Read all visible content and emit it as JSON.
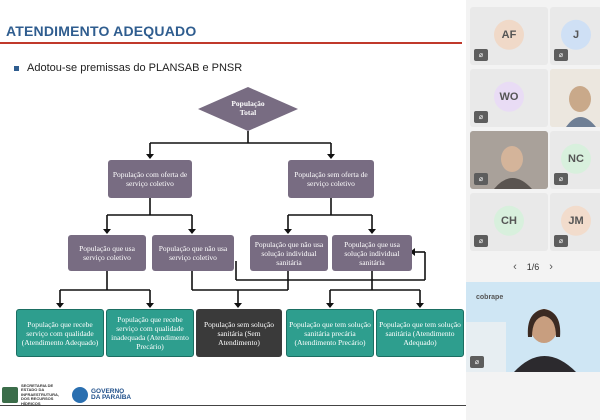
{
  "slide": {
    "title": "ATENDIMENTO ADEQUADO",
    "bullet": "Adotou-se premissas do PLANSAB e PNSR",
    "colors": {
      "title": "#2f5d8f",
      "rule": "#c0392b",
      "box": "#786c82",
      "adequate": "#2e9e8e",
      "none": "#3a3a3a"
    },
    "diagram": {
      "root": "População Total",
      "with_collective": "População com oferta de serviço coletivo",
      "without_collective": "População sem oferta de serviço coletivo",
      "uses_collective": "População que usa serviço coletivo",
      "not_uses_collective": "População que não usa serviço coletivo",
      "not_uses_individual": "População que não usa solução individual sanitária",
      "uses_individual": "População que usa solução individual sanitária",
      "out1": "População que recebe serviço com qualidade (Atendimento Adequado)",
      "out2": "População que recebe serviço com qualidade inadequada (Atendimento Precário)",
      "out3": "População sem solução sanitária (Sem Atendimento)",
      "out4": "População que tem solução sanitária precária (Atendimento Precário)",
      "out5": "População que tem solução sanitária (Atendimento Adequado)"
    },
    "footer": {
      "left_logo": "SECRETARIA DE ESTADO DA INFRAESTRUTURA, DOS RECURSOS HÍDRICOS",
      "gov_line1": "GOVERNO",
      "gov_line2": "DA PARAÍBA"
    }
  },
  "participants": [
    {
      "initials": "AF",
      "color": "#f0d9c8"
    },
    {
      "initials": "J",
      "color": "#cfe0f5"
    },
    {
      "initials": "WO",
      "color": "#e9dcf5"
    },
    {
      "initials": "",
      "color": ""
    },
    {
      "initials": "",
      "color": ""
    },
    {
      "initials": "NC",
      "color": "#d8f0dd"
    },
    {
      "initials": "CH",
      "color": "#d8f0dd"
    },
    {
      "initials": "JM",
      "color": "#f2dccc"
    }
  ],
  "pager": {
    "label": "1/6",
    "prev": "‹",
    "next": "›"
  },
  "speaker": {
    "brand": "cobrape"
  }
}
